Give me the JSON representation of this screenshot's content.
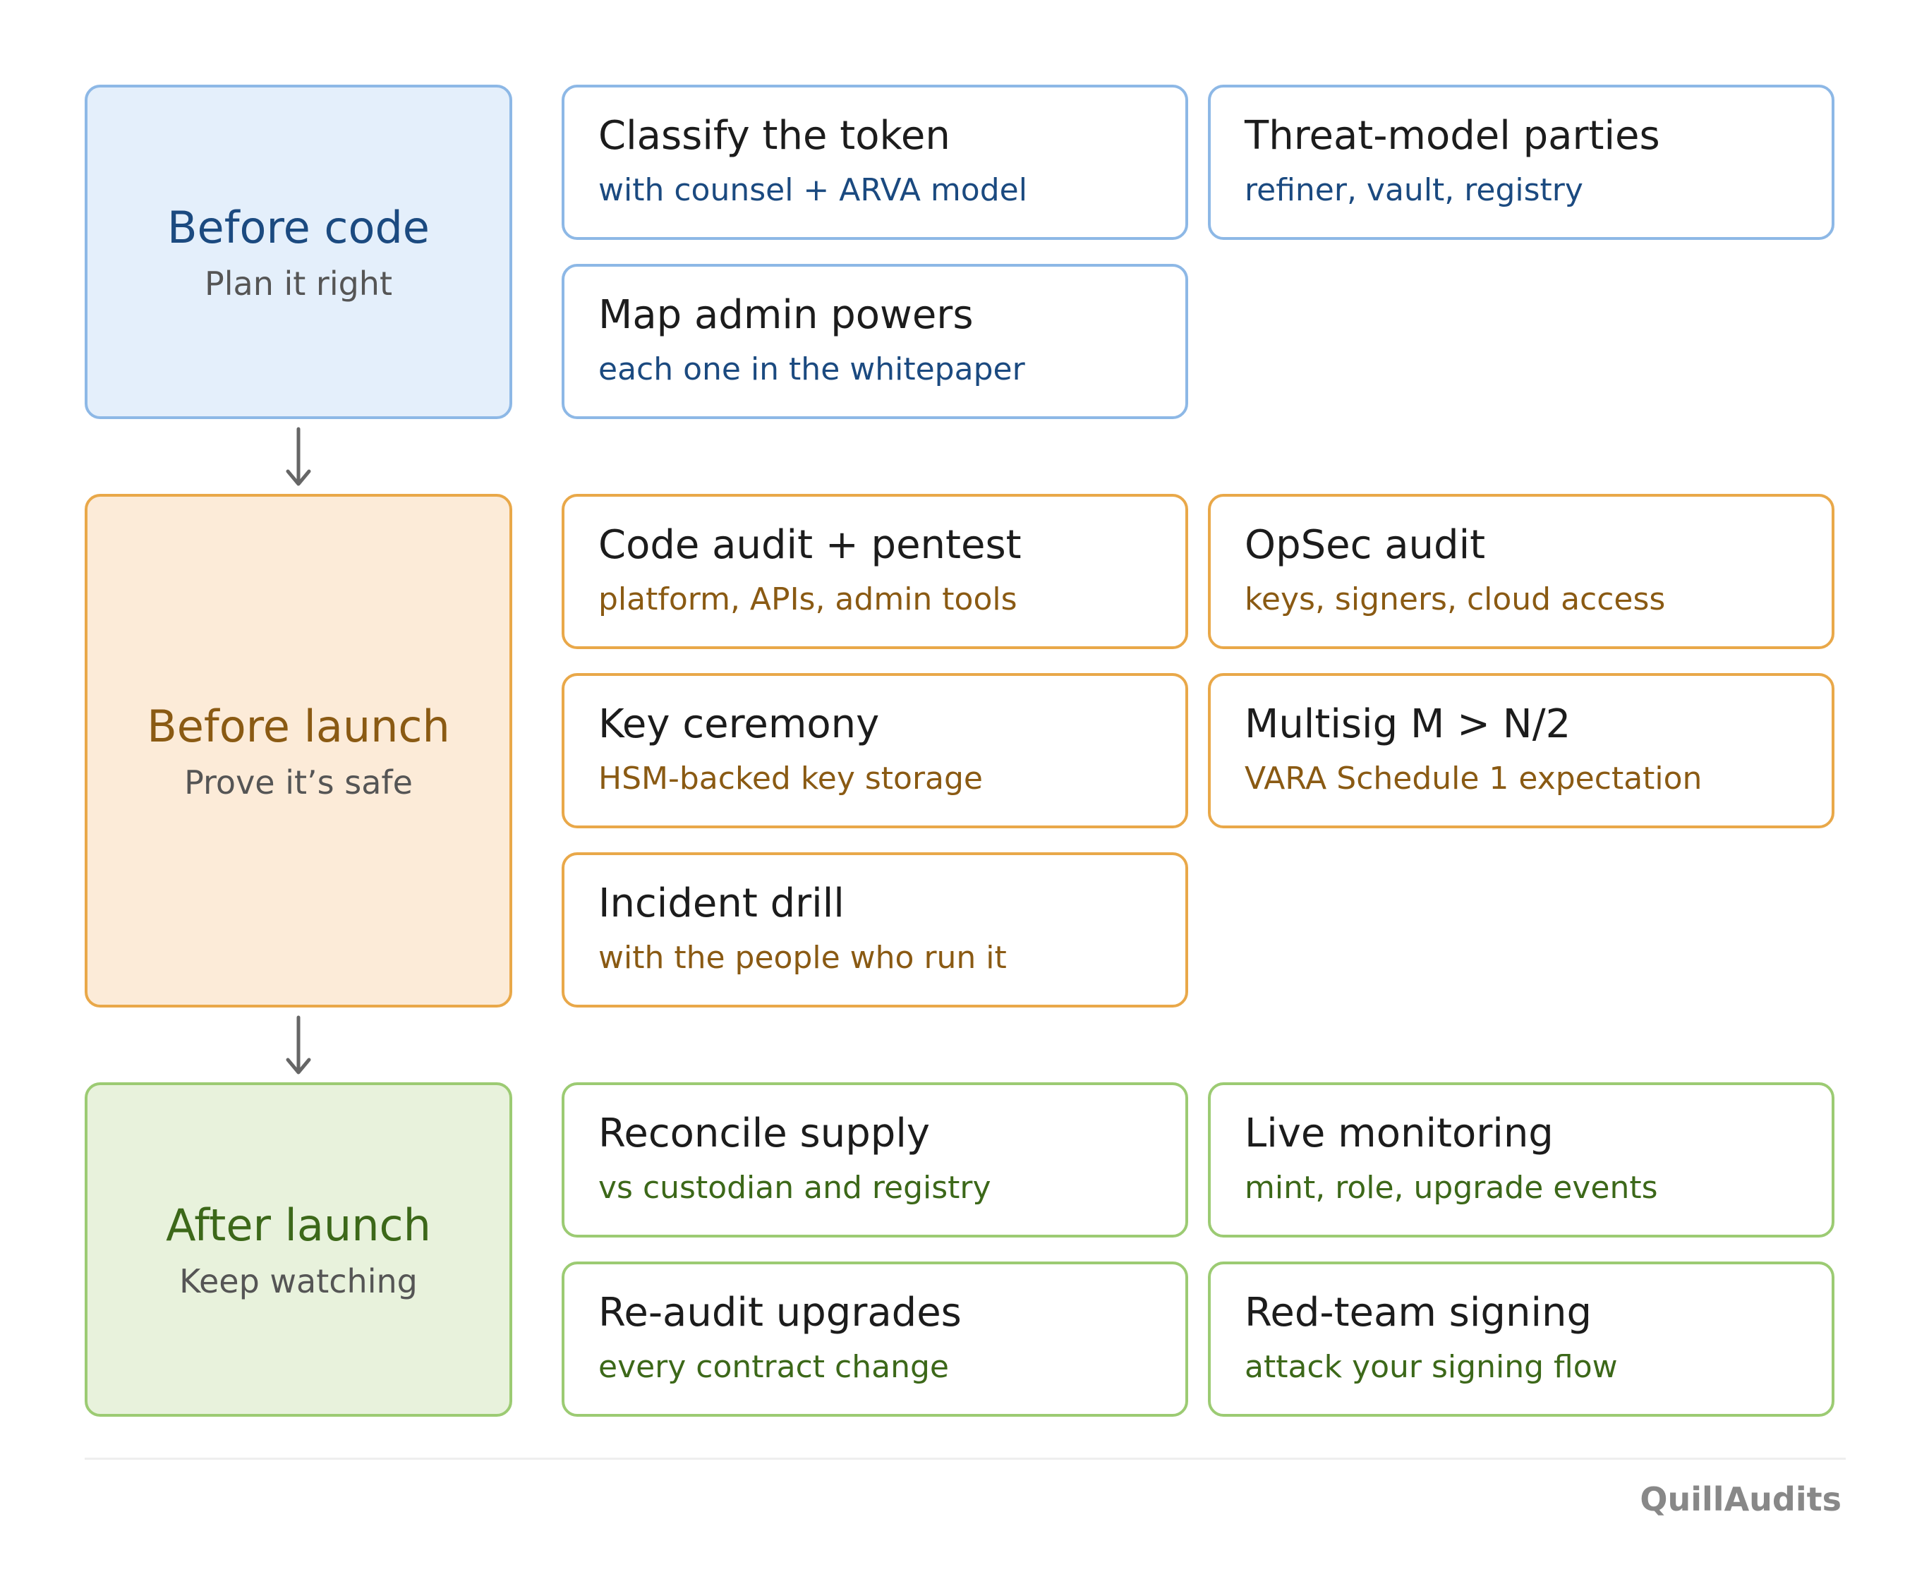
{
  "stages": [
    {
      "title": "Before code",
      "subtitle": "Plan it right",
      "tasks": [
        {
          "title": "Classify the token",
          "subtitle": "with counsel + ARVA model"
        },
        {
          "title": "Threat-model parties",
          "subtitle": "refiner, vault, registry"
        },
        {
          "title": "Map admin powers",
          "subtitle": "each one in the whitepaper"
        }
      ]
    },
    {
      "title": "Before launch",
      "subtitle": "Prove it’s safe",
      "tasks": [
        {
          "title": "Code audit + pentest",
          "subtitle": "platform, APIs, admin tools"
        },
        {
          "title": "OpSec audit",
          "subtitle": "keys, signers, cloud access"
        },
        {
          "title": "Key ceremony",
          "subtitle": "HSM-backed key storage"
        },
        {
          "title": "Multisig M > N/2",
          "subtitle": "VARA Schedule 1 expectation"
        },
        {
          "title": "Incident drill",
          "subtitle": "with the people who run it"
        }
      ]
    },
    {
      "title": "After launch",
      "subtitle": "Keep watching",
      "tasks": [
        {
          "title": "Reconcile supply",
          "subtitle": "vs custodian and registry"
        },
        {
          "title": "Live monitoring",
          "subtitle": "mint, role, upgrade events"
        },
        {
          "title": "Re-audit upgrades",
          "subtitle": "every contract change"
        },
        {
          "title": "Red-team signing",
          "subtitle": "attack your signing flow"
        }
      ]
    }
  ],
  "colors": {
    "blue_border": "#8db8e6",
    "blue_fill": "#e4effb",
    "blue_text": "#1b4a80",
    "orange_border": "#e9a849",
    "orange_fill": "#fcebd8",
    "orange_text": "#8a5a13",
    "green_border": "#9ccb73",
    "green_fill": "#e8f2dc",
    "green_text": "#3c6819"
  },
  "brand": "QuillAudits"
}
